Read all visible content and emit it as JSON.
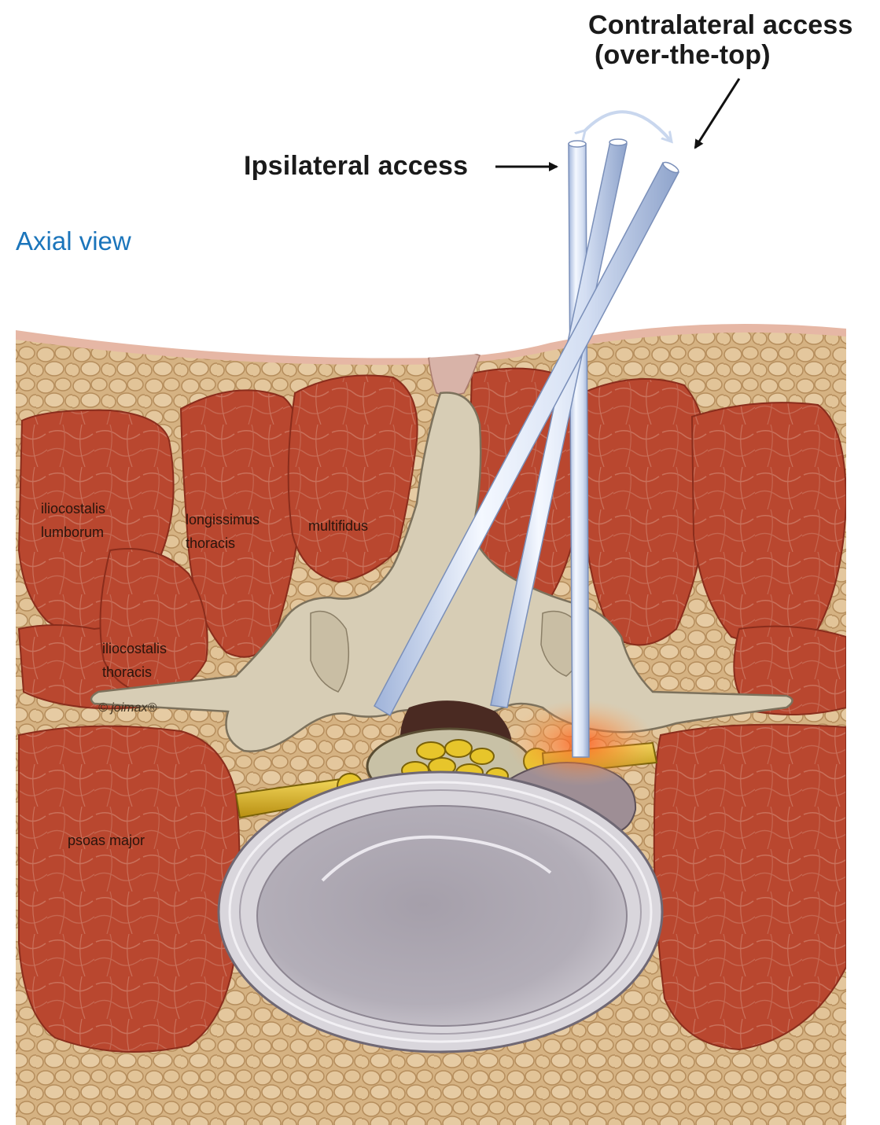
{
  "figure": {
    "view_label": "Axial view",
    "callouts": {
      "contralateral_line1": "Contralateral access",
      "contralateral_line2": "(over-the-top)",
      "ipsilateral": "Ipsilateral access"
    },
    "muscle_labels": {
      "iliocostalis_lumborum_1": "iliocostalis",
      "iliocostalis_lumborum_2": "lumborum",
      "longissimus_1": "longissimus",
      "longissimus_2": "thoracis",
      "multifidus": "multifidus",
      "iliocostalis_thoracis_1": "iliocostalis",
      "iliocostalis_thoracis_2": "thoracis",
      "psoas": "psoas major"
    },
    "copyright": "© joimax®",
    "colors": {
      "view_label": "#1b75bb",
      "muscle": "#b9472f",
      "fat": "#d9b78a",
      "bone": "#d7cdb5",
      "disc": "#b9b4bc",
      "nerve": "#d9b52a",
      "instrument": "#dbe6f5",
      "inflammation": "#f07a2a"
    }
  }
}
